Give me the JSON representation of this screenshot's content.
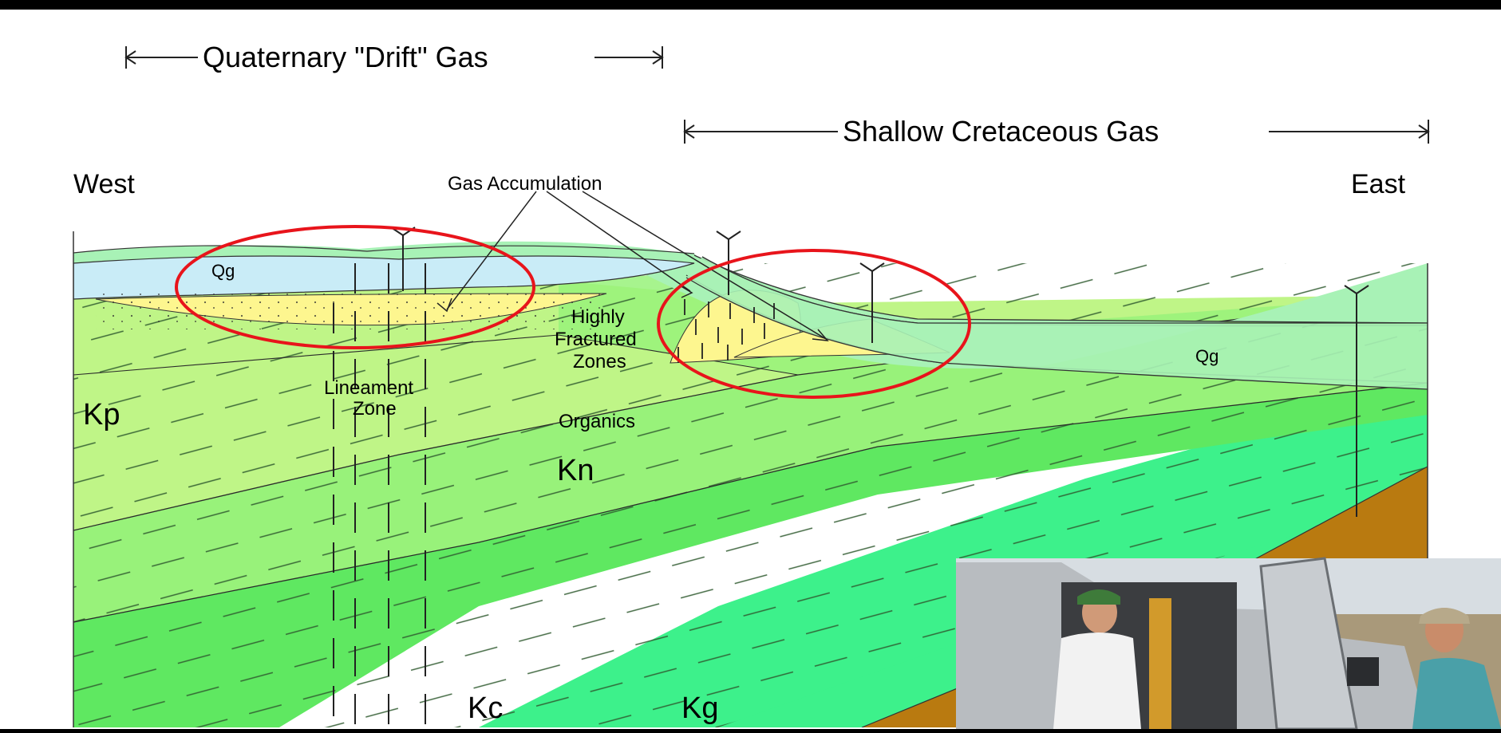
{
  "header": {
    "quaternary_label": "Quaternary \"Drift\" Gas",
    "cretaceous_label": "Shallow Cretaceous Gas"
  },
  "directions": {
    "west": "West",
    "east": "East"
  },
  "callouts": {
    "gas_accumulation": "Gas Accumulation",
    "highly": "Highly",
    "fractured": "Fractured",
    "zones": "Zones",
    "lineament": "Lineament",
    "zone": "Zone",
    "organics": "Organics"
  },
  "units": {
    "qg_west": "Qg",
    "qg_east": "Qg",
    "kp": "Kp",
    "kn": "Kn",
    "kc": "Kc",
    "kg": "Kg"
  },
  "colors": {
    "slide_bg": "#000000",
    "canvas_bg": "#ffffff",
    "qg_drift": "#a8f2b6",
    "qg_lens": "#c9ecf7",
    "gas_yellow": "#fdf68f",
    "kp": "#bff587",
    "kn": "#98f27a",
    "kc": "#5fe861",
    "kg": "#3df18b",
    "basement": "#b97a10",
    "highlight_ellipse": "#e8141b"
  },
  "photo_inset": {
    "description": "video inset of two people beside an open truck door"
  }
}
